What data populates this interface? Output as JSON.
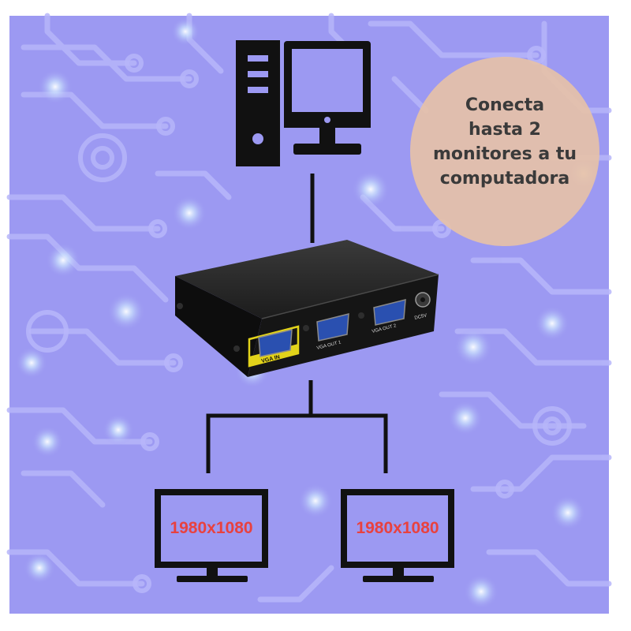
{
  "bubble": {
    "lines": [
      "Conecta",
      "hasta 2",
      "monitores a tu",
      "computadora"
    ]
  },
  "device": {
    "port_in_label": "VGA IN",
    "port_out1_label": "VGA OUT 1",
    "port_out2_label": "VGA OUT 2",
    "power_label": "DC5V"
  },
  "monitors": [
    {
      "resolution": "1980x1080"
    },
    {
      "resolution": "1980x1080"
    }
  ],
  "colors": {
    "background": "#9c99f2",
    "circuit": "#b7b6fa",
    "icons": "#111111",
    "bubble": "#e6c1a8",
    "resolution_text": "#e8413f",
    "port_accent": "#e2d31a"
  }
}
